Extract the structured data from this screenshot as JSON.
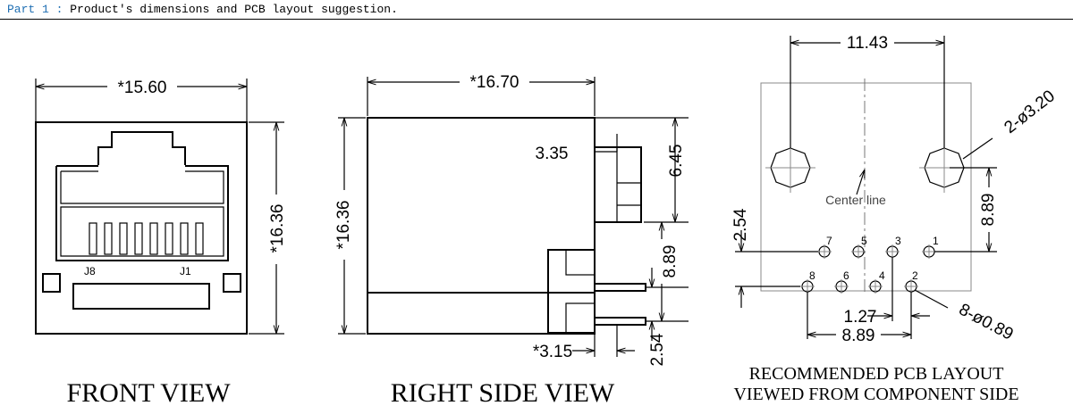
{
  "header": {
    "part": "Part 1",
    "sep": " : ",
    "title": "Product's dimensions and PCB layout suggestion."
  },
  "front_view": {
    "title": "FRONT VIEW",
    "width_dim": "*15.60",
    "height_dim": "*16.36",
    "label_left": "J8",
    "label_right": "J1"
  },
  "side_view": {
    "title": "RIGHT SIDE VIEW",
    "length_dim": "*16.70",
    "height_dim": "*16.36",
    "dim_335": "3.35",
    "dim_645": "6.45",
    "dim_889": "8.89",
    "dim_254": "2.54",
    "dim_315": "*3.15"
  },
  "pcb_layout": {
    "title_line1": "RECOMMENDED PCB LAYOUT",
    "title_line2": "VIEWED FROM COMPONENT SIDE",
    "dim_1143": "11.43",
    "hole_callout": "2-ø3.20",
    "center_line": "Center line",
    "dim_254": "2.54",
    "dim_889_v": "8.89",
    "dim_127": "1.27",
    "dim_889_h": "8.89",
    "pin_callout": "8-ø0.89",
    "pins": [
      "1",
      "2",
      "3",
      "4",
      "5",
      "6",
      "7",
      "8"
    ]
  }
}
